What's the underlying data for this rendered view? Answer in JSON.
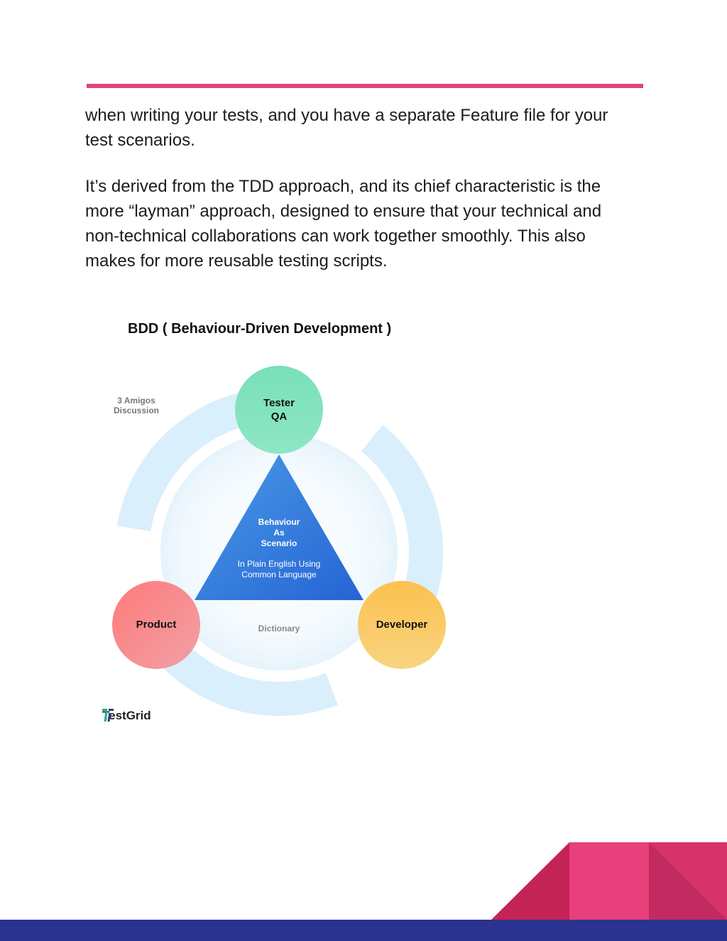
{
  "paragraphs": [
    "when writing your tests, and you have a separate Feature file for your test scenarios.",
    "It’s derived from the TDD approach, and its chief characteristic is the more “layman” approach, designed to ensure that your technical and non-technical collaborations can work together smoothly. This also makes for more reusable testing scripts."
  ],
  "figure": {
    "title": "BDD ( Behaviour-Driven Development )",
    "amigos_label": "3 Amigos\nDiscussion",
    "tester_label": "Tester\nQA",
    "product_label": "Product",
    "developer_label": "Developer",
    "triangle_title": "Behaviour\nAs\nScenario",
    "triangle_subtitle": "In Plain English Using\nCommon Language",
    "dictionary_label": "Dictionary",
    "logo_text": "TestGrid"
  },
  "colors": {
    "accent_rule": "#e0457a",
    "footer_navy": "#2b3390",
    "corner_pink": "#e8407a",
    "corner_crimson": "#c42356",
    "tester_green": "#7de0bb",
    "product_red": "#f58282",
    "developer_yellow": "#fbc55a",
    "triangle_blue": "#3a7fdc"
  }
}
